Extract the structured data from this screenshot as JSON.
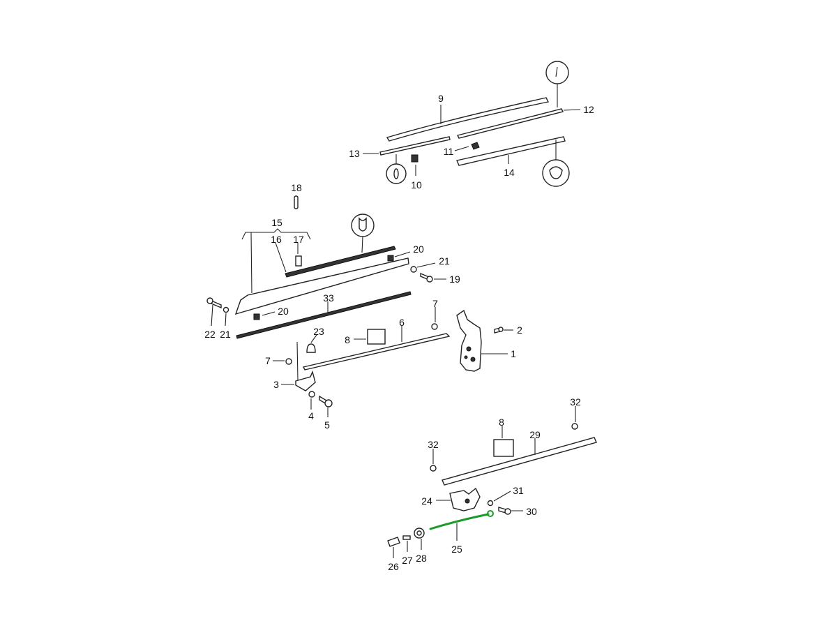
{
  "diagram": {
    "title": "Door lock and window channel parts diagram",
    "callouts": [
      "9",
      "12",
      "13",
      "11",
      "10",
      "14",
      "18",
      "15",
      "16",
      "17",
      "20",
      "21",
      "19",
      "33",
      "20",
      "22",
      "21",
      "7",
      "6",
      "23",
      "8",
      "2",
      "1",
      "7",
      "3",
      "4",
      "5",
      "32",
      "8",
      "29",
      "32",
      "31",
      "24",
      "30",
      "25",
      "28",
      "27",
      "26"
    ],
    "highlight_color": "#1a9a2a",
    "highlighted_part": "25"
  }
}
